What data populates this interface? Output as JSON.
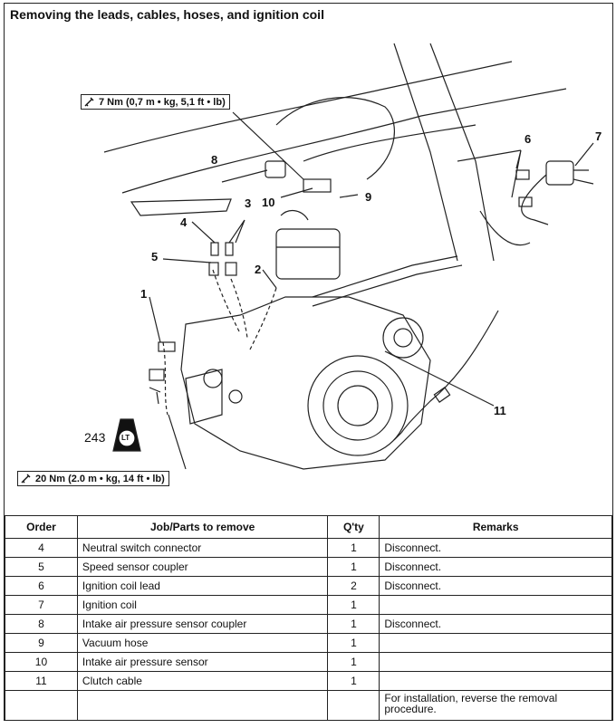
{
  "title": "Removing the leads, cables, hoses, and ignition coil",
  "torque_top": "7 Nm (0,7 m • kg, 5,1 ft • lb)",
  "torque_bottom": "20 Nm (2.0 m • kg, 14 ft • lb)",
  "locktite_code": "243",
  "locktite_badge": "LT",
  "callouts": [
    "1",
    "2",
    "3",
    "4",
    "5",
    "6",
    "7",
    "8",
    "9",
    "10",
    "11"
  ],
  "table": {
    "headers": [
      "Order",
      "Job/Parts to remove",
      "Q'ty",
      "Remarks"
    ],
    "rows": [
      {
        "order": "4",
        "part": "Neutral switch connector",
        "qty": "1",
        "remarks": "Disconnect."
      },
      {
        "order": "5",
        "part": "Speed sensor coupler",
        "qty": "1",
        "remarks": "Disconnect."
      },
      {
        "order": "6",
        "part": "Ignition coil lead",
        "qty": "2",
        "remarks": "Disconnect."
      },
      {
        "order": "7",
        "part": "Ignition coil",
        "qty": "1",
        "remarks": ""
      },
      {
        "order": "8",
        "part": "Intake air pressure sensor coupler",
        "qty": "1",
        "remarks": "Disconnect."
      },
      {
        "order": "9",
        "part": "Vacuum hose",
        "qty": "1",
        "remarks": ""
      },
      {
        "order": "10",
        "part": "Intake air pressure sensor",
        "qty": "1",
        "remarks": ""
      },
      {
        "order": "11",
        "part": "Clutch cable",
        "qty": "1",
        "remarks": ""
      }
    ],
    "footer_remark": "For installation, reverse the removal procedure."
  }
}
